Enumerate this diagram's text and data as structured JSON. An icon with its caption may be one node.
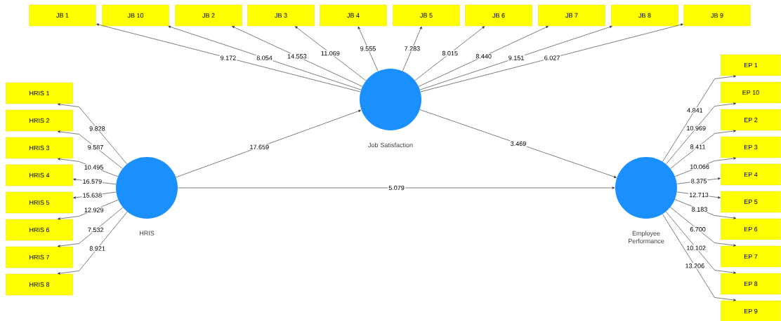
{
  "diagram": {
    "nodes": [
      {
        "text": [
          "HRIS"
        ]
      },
      {
        "text": [
          "Job Satisfaction"
        ]
      },
      {
        "text": [
          "Employee Performance"
        ]
      },
      {
        "text": [
          "JB 1"
        ]
      },
      {
        "text": [
          "JB 10"
        ]
      },
      {
        "text": [
          "JB 2"
        ]
      },
      {
        "text": [
          "JB 3"
        ]
      },
      {
        "text": [
          "JB 4"
        ]
      },
      {
        "text": [
          "JB 5"
        ]
      },
      {
        "text": [
          "JB 6"
        ]
      },
      {
        "text": [
          "JB 7"
        ]
      },
      {
        "text": [
          "JB 8"
        ]
      },
      {
        "text": [
          "JB 9"
        ]
      },
      {
        "text": [
          "HRIS 1"
        ]
      },
      {
        "text": [
          "HRIS 2"
        ]
      },
      {
        "text": [
          "HRIS 3"
        ]
      },
      {
        "text": [
          "HRIS 4"
        ]
      },
      {
        "text": [
          "HRIS 5"
        ]
      },
      {
        "text": [
          "HRIS 6"
        ]
      },
      {
        "text": [
          "HRIS 7"
        ]
      },
      {
        "text": [
          "HRIS 8"
        ]
      },
      {
        "text": [
          "EP 1"
        ]
      },
      {
        "text": [
          "EP 10"
        ]
      },
      {
        "text": [
          "EP 2"
        ]
      },
      {
        "text": [
          "EP 3"
        ]
      },
      {
        "text": [
          "EP 4"
        ]
      },
      {
        "text": [
          "EP 5"
        ]
      },
      {
        "text": [
          "EP 6"
        ]
      },
      {
        "text": [
          "EP 7"
        ]
      },
      {
        "text": [
          "EP 8"
        ]
      },
      {
        "text": [
          "EP 9"
        ]
      }
    ],
    "edges": [
      {
        "from": 0,
        "to": 1,
        "arrow": "to",
        "label": "17.659"
      },
      {
        "from": 1,
        "to": 2,
        "arrow": "to",
        "label": "3.469"
      },
      {
        "from": 0,
        "to": 2,
        "arrow": "to",
        "label": "5.079"
      },
      {
        "from": 1,
        "to": 3,
        "arrow": "to",
        "label": "9.172"
      },
      {
        "from": 1,
        "to": 4,
        "arrow": "to",
        "label": "8.054"
      },
      {
        "from": 1,
        "to": 5,
        "arrow": "to",
        "label": "14.553"
      },
      {
        "from": 1,
        "to": 6,
        "arrow": "to",
        "label": "11.069"
      },
      {
        "from": 1,
        "to": 7,
        "arrow": "to",
        "label": "9.555"
      },
      {
        "from": 1,
        "to": 8,
        "arrow": "to",
        "label": "7.283"
      },
      {
        "from": 1,
        "to": 9,
        "arrow": "to",
        "label": "8.015"
      },
      {
        "from": 1,
        "to": 10,
        "arrow": "to",
        "label": "8.440"
      },
      {
        "from": 1,
        "to": 11,
        "arrow": "to",
        "label": "9.151"
      },
      {
        "from": 1,
        "to": 12,
        "arrow": "to",
        "label": "6.027"
      },
      {
        "from": 0,
        "to": 13,
        "arrow": "to",
        "label": "9.828"
      },
      {
        "from": 0,
        "to": 14,
        "arrow": "to",
        "label": "9.587"
      },
      {
        "from": 0,
        "to": 15,
        "arrow": "to",
        "label": "10.495"
      },
      {
        "from": 0,
        "to": 16,
        "arrow": "to",
        "label": "16.579"
      },
      {
        "from": 0,
        "to": 17,
        "arrow": "to",
        "label": "15.638"
      },
      {
        "from": 0,
        "to": 18,
        "arrow": "to",
        "label": "12.929"
      },
      {
        "from": 0,
        "to": 19,
        "arrow": "to",
        "label": "7.532"
      },
      {
        "from": 0,
        "to": 20,
        "arrow": "to",
        "label": "8.921"
      },
      {
        "from": 2,
        "to": 21,
        "arrow": "to",
        "label": "4.841"
      },
      {
        "from": 2,
        "to": 22,
        "arrow": "to",
        "label": "10.969"
      },
      {
        "from": 2,
        "to": 23,
        "arrow": "to",
        "label": "8.411"
      },
      {
        "from": 2,
        "to": 24,
        "arrow": "to",
        "label": "10.066"
      },
      {
        "from": 2,
        "to": 25,
        "arrow": "to",
        "label": "8.375"
      },
      {
        "from": 2,
        "to": 26,
        "arrow": "to",
        "label": "12.713"
      },
      {
        "from": 2,
        "to": 27,
        "arrow": "to",
        "label": "8.183"
      },
      {
        "from": 2,
        "to": 28,
        "arrow": "to",
        "label": "6.700"
      },
      {
        "from": 2,
        "to": 29,
        "arrow": "to",
        "label": "10.102"
      },
      {
        "from": 2,
        "to": 30,
        "arrow": "to",
        "label": "13.206"
      }
    ]
  }
}
